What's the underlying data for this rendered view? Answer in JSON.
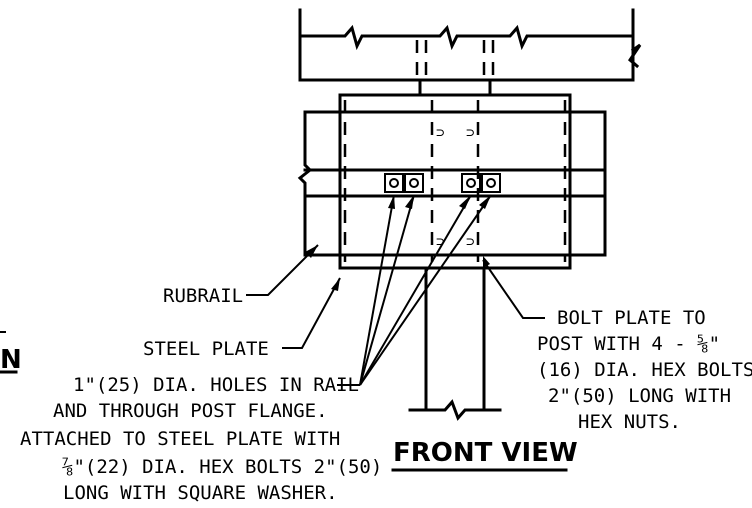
{
  "labels": {
    "rubrail": "RUBRAIL",
    "steel_plate": "STEEL PLATE",
    "bolt_plate": [
      "BOLT PLATE TO",
      "POST WITH 4 - ⅝\"",
      "(16) DIA. HEX BOLTS",
      "2\"(50) LONG WITH",
      "HEX NUTS."
    ],
    "holes_note": [
      "1\"(25) DIA. HOLES IN RAIL",
      "AND THROUGH POST FLANGE.",
      "ATTACHED TO STEEL PLATE WITH",
      "⅞\"(22) DIA. HEX BOLTS 2\"(50)",
      "LONG WITH SQUARE WASHER."
    ],
    "left_edge_letter": "N"
  },
  "title": "FRONT VIEW"
}
